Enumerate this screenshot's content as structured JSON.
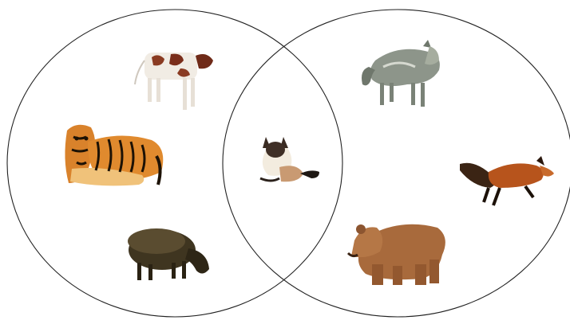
{
  "diagram": {
    "type": "venn",
    "sets": [
      {
        "id": "left-set",
        "members": [
          "cow",
          "tiger",
          "sheep"
        ]
      },
      {
        "id": "right-set",
        "members": [
          "wolf",
          "fox",
          "bear"
        ]
      }
    ],
    "intersection": [
      "cat"
    ],
    "colors": {
      "outline": "#222222",
      "background": "#ffffff"
    }
  }
}
